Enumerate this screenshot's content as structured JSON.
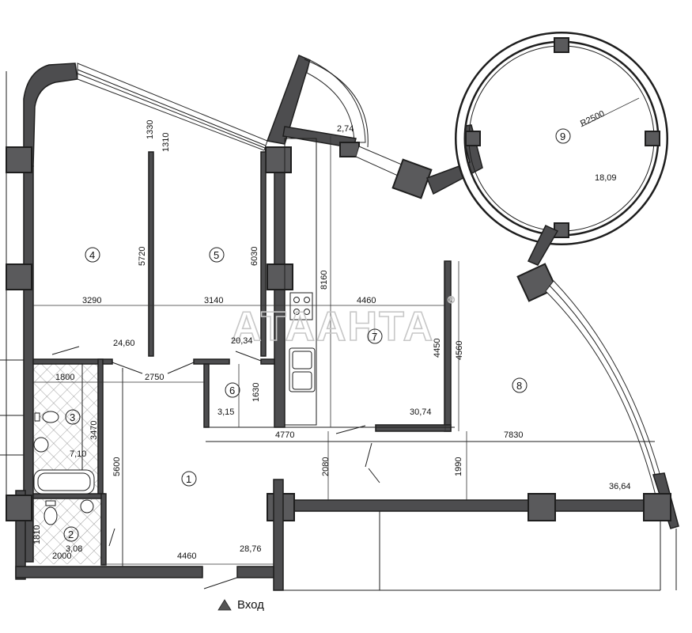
{
  "watermark": {
    "text": "АТААНТА",
    "mark": "®"
  },
  "entrance": {
    "label": "Вход",
    "icon": "triangle-icon"
  },
  "rooms": [
    {
      "id": "1",
      "number": "1",
      "area": "28,76"
    },
    {
      "id": "2",
      "number": "2",
      "area": "3,08"
    },
    {
      "id": "3",
      "number": "3",
      "area": "7,10"
    },
    {
      "id": "4",
      "number": "4",
      "area": "24,60"
    },
    {
      "id": "5",
      "number": "5",
      "area": "20,34"
    },
    {
      "id": "6",
      "number": "6",
      "area": "3,15"
    },
    {
      "id": "7",
      "number": "7",
      "area": "30,74"
    },
    {
      "id": "8",
      "number": "8",
      "area": "36,64"
    },
    {
      "id": "9",
      "number": "9",
      "area": "18,09"
    },
    {
      "id": "balcony",
      "number": "",
      "area": "2,74"
    }
  ],
  "dimensions": {
    "d1330": "1330",
    "d1310": "1310",
    "d5720": "5720",
    "d6030": "6030",
    "d8160": "8160",
    "d3290": "3290",
    "d3140": "3140",
    "d4460top": "4460",
    "d4450": "4450",
    "d4560": "4560",
    "d1800": "1800",
    "d2750": "2750",
    "d1630": "1630",
    "d3470": "3470",
    "d4770": "4770",
    "d7830": "7830",
    "d5600": "5600",
    "d2080": "2080",
    "d1990": "1990",
    "d1810": "1810",
    "d2000": "2000",
    "d4460bottom": "4460",
    "r2500": "R2500"
  }
}
